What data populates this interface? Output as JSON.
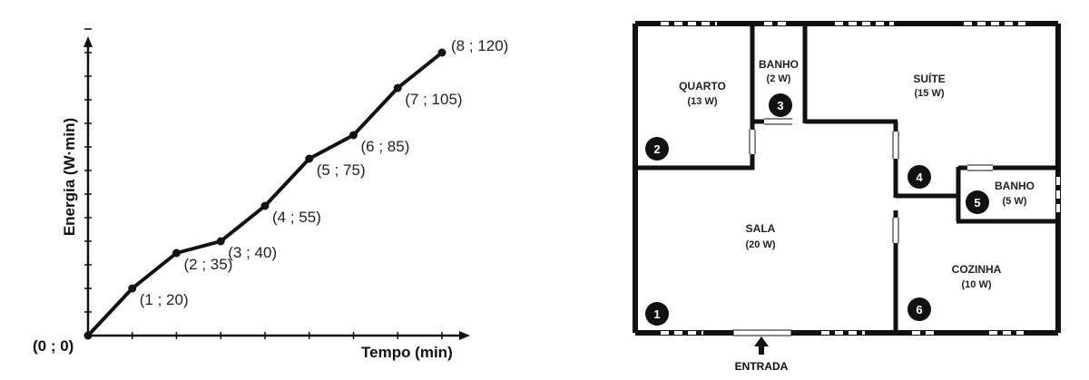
{
  "chart_data": {
    "type": "line",
    "xlabel": "Tempo (min)",
    "ylabel": "Energia (W·min)",
    "origin_label": "(0 ; 0)",
    "points": [
      {
        "x": 0,
        "y": 0
      },
      {
        "x": 1,
        "y": 20,
        "label": "(1 ; 20)"
      },
      {
        "x": 2,
        "y": 35,
        "label": "(2 ; 35)"
      },
      {
        "x": 3,
        "y": 40,
        "label": "(3 ; 40)"
      },
      {
        "x": 4,
        "y": 55,
        "label": "(4 ; 55)"
      },
      {
        "x": 5,
        "y": 75,
        "label": "(5 ; 75)"
      },
      {
        "x": 6,
        "y": 85,
        "label": "(6 ; 85)"
      },
      {
        "x": 7,
        "y": 105,
        "label": "(7 ; 105)"
      },
      {
        "x": 8,
        "y": 120,
        "label": "(8 ; 120)"
      }
    ],
    "xlim": [
      0,
      8.6
    ],
    "ylim": [
      0,
      135
    ]
  },
  "floor_plan": {
    "rooms": {
      "quarto": {
        "name": "QUARTO",
        "power": "(13 W)"
      },
      "banho1": {
        "name": "BANHO",
        "power": "(2 W)"
      },
      "suite": {
        "name": "SUÍTE",
        "power": "(15 W)"
      },
      "banho2": {
        "name": "BANHO",
        "power": "(5 W)"
      },
      "sala": {
        "name": "SALA",
        "power": "(20 W)"
      },
      "cozinha": {
        "name": "COZINHA",
        "power": "(10 W)"
      }
    },
    "lamps": {
      "l1": "1",
      "l2": "2",
      "l3": "3",
      "l4": "4",
      "l5": "5",
      "l6": "6"
    },
    "entrance": "ENTRADA"
  }
}
